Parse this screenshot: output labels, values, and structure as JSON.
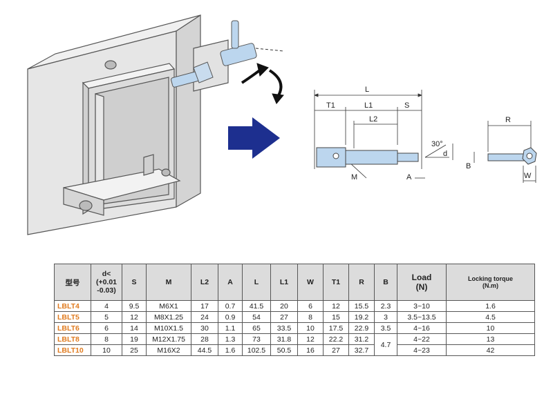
{
  "diagram": {
    "labels": {
      "L": "L",
      "T1": "T1",
      "L1": "L1",
      "S": "S",
      "L2": "L2",
      "angle": "30°",
      "d": "d",
      "M": "M",
      "A": "A",
      "R": "R",
      "B": "B",
      "W": "W"
    },
    "colors": {
      "arrow": "#1d2f8f",
      "part_fill": "#bcd6ee",
      "block_fill": "#e6e6e6"
    }
  },
  "table": {
    "headers": {
      "model": "型号",
      "d": [
        "d<",
        "(+0.01",
        "-0.03)"
      ],
      "S": "S",
      "M": "M",
      "L2": "L2",
      "A": "A",
      "L": "L",
      "L1": "L1",
      "W": "W",
      "T1": "T1",
      "R": "R",
      "B": "B",
      "load": [
        "Load",
        "(N)"
      ],
      "torque": [
        "Locking torque",
        "(N.m)"
      ]
    },
    "rows": [
      {
        "model": "LBLT4",
        "d": "4",
        "S": "9.5",
        "M": "M6X1",
        "L2": "17",
        "A": "0.7",
        "L": "41.5",
        "L1": "20",
        "W": "6",
        "T1": "12",
        "R": "15.5",
        "B": "2.3",
        "load": "3~10",
        "torque": "1.6"
      },
      {
        "model": "LBLT5",
        "d": "5",
        "S": "12",
        "M": "M8X1.25",
        "L2": "24",
        "A": "0.9",
        "L": "54",
        "L1": "27",
        "W": "8",
        "T1": "15",
        "R": "19.2",
        "B": "3",
        "load": "3.5~13.5",
        "torque": "4.5"
      },
      {
        "model": "LBLT6",
        "d": "6",
        "S": "14",
        "M": "M10X1.5",
        "L2": "30",
        "A": "1.1",
        "L": "65",
        "L1": "33.5",
        "W": "10",
        "T1": "17.5",
        "R": "22.9",
        "B": "3.5",
        "load": "4~16",
        "torque": "10"
      },
      {
        "model": "LBLT8",
        "d": "8",
        "S": "19",
        "M": "M12X1.75",
        "L2": "28",
        "A": "1.3",
        "L": "73",
        "L1": "31.8",
        "W": "12",
        "T1": "22.2",
        "R": "31.2",
        "B": "",
        "load": "4~22",
        "torque": "13"
      },
      {
        "model": "LBLT10",
        "d": "10",
        "S": "25",
        "M": "M16X2",
        "L2": "44.5",
        "A": "1.6",
        "L": "102.5",
        "L1": "50.5",
        "W": "16",
        "T1": "27",
        "R": "32.7",
        "B": "",
        "load": "4~23",
        "torque": "42"
      }
    ],
    "merged_B": "4.7",
    "model_color": "#e07b1f"
  }
}
